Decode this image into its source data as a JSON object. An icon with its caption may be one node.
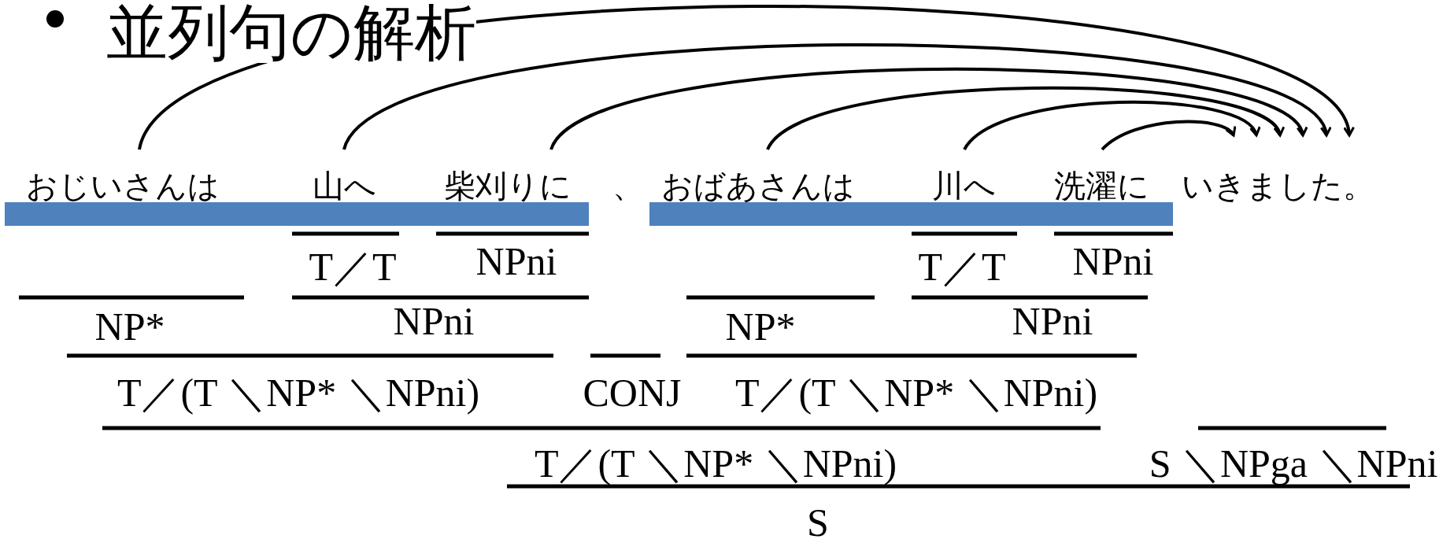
{
  "diagram": {
    "title": "並列句の解析",
    "nodes": [
      {
        "text": [
          "おじいさんは"
        ]
      },
      {
        "text": [
          "山へ"
        ]
      },
      {
        "text": [
          "柴刈りに"
        ]
      },
      {
        "text": [
          "、"
        ]
      },
      {
        "text": [
          "おばあさんは"
        ]
      },
      {
        "text": [
          "川へ"
        ]
      },
      {
        "text": [
          "洗濯に"
        ]
      },
      {
        "text": [
          "いきました。"
        ]
      }
    ],
    "edges": [
      {
        "from": 0,
        "to": 7,
        "arrow": "to"
      },
      {
        "from": 1,
        "to": 7,
        "arrow": "to"
      },
      {
        "from": 2,
        "to": 7,
        "arrow": "to"
      },
      {
        "from": 4,
        "to": 7,
        "arrow": "to"
      },
      {
        "from": 5,
        "to": 7,
        "arrow": "to"
      },
      {
        "from": 6,
        "to": 7,
        "arrow": "to"
      }
    ],
    "labels": [
      "T／T",
      "NPni",
      "T／T",
      "NPni",
      "NP*",
      "NPni",
      "NP*",
      "NPni",
      "T／(T ＼NP* ＼NPni)",
      "CONJ",
      "T／(T ＼NP* ＼NPni)",
      "T／(T ＼NP* ＼NPni)",
      "S ＼NPga ＼NPni",
      "S"
    ]
  }
}
